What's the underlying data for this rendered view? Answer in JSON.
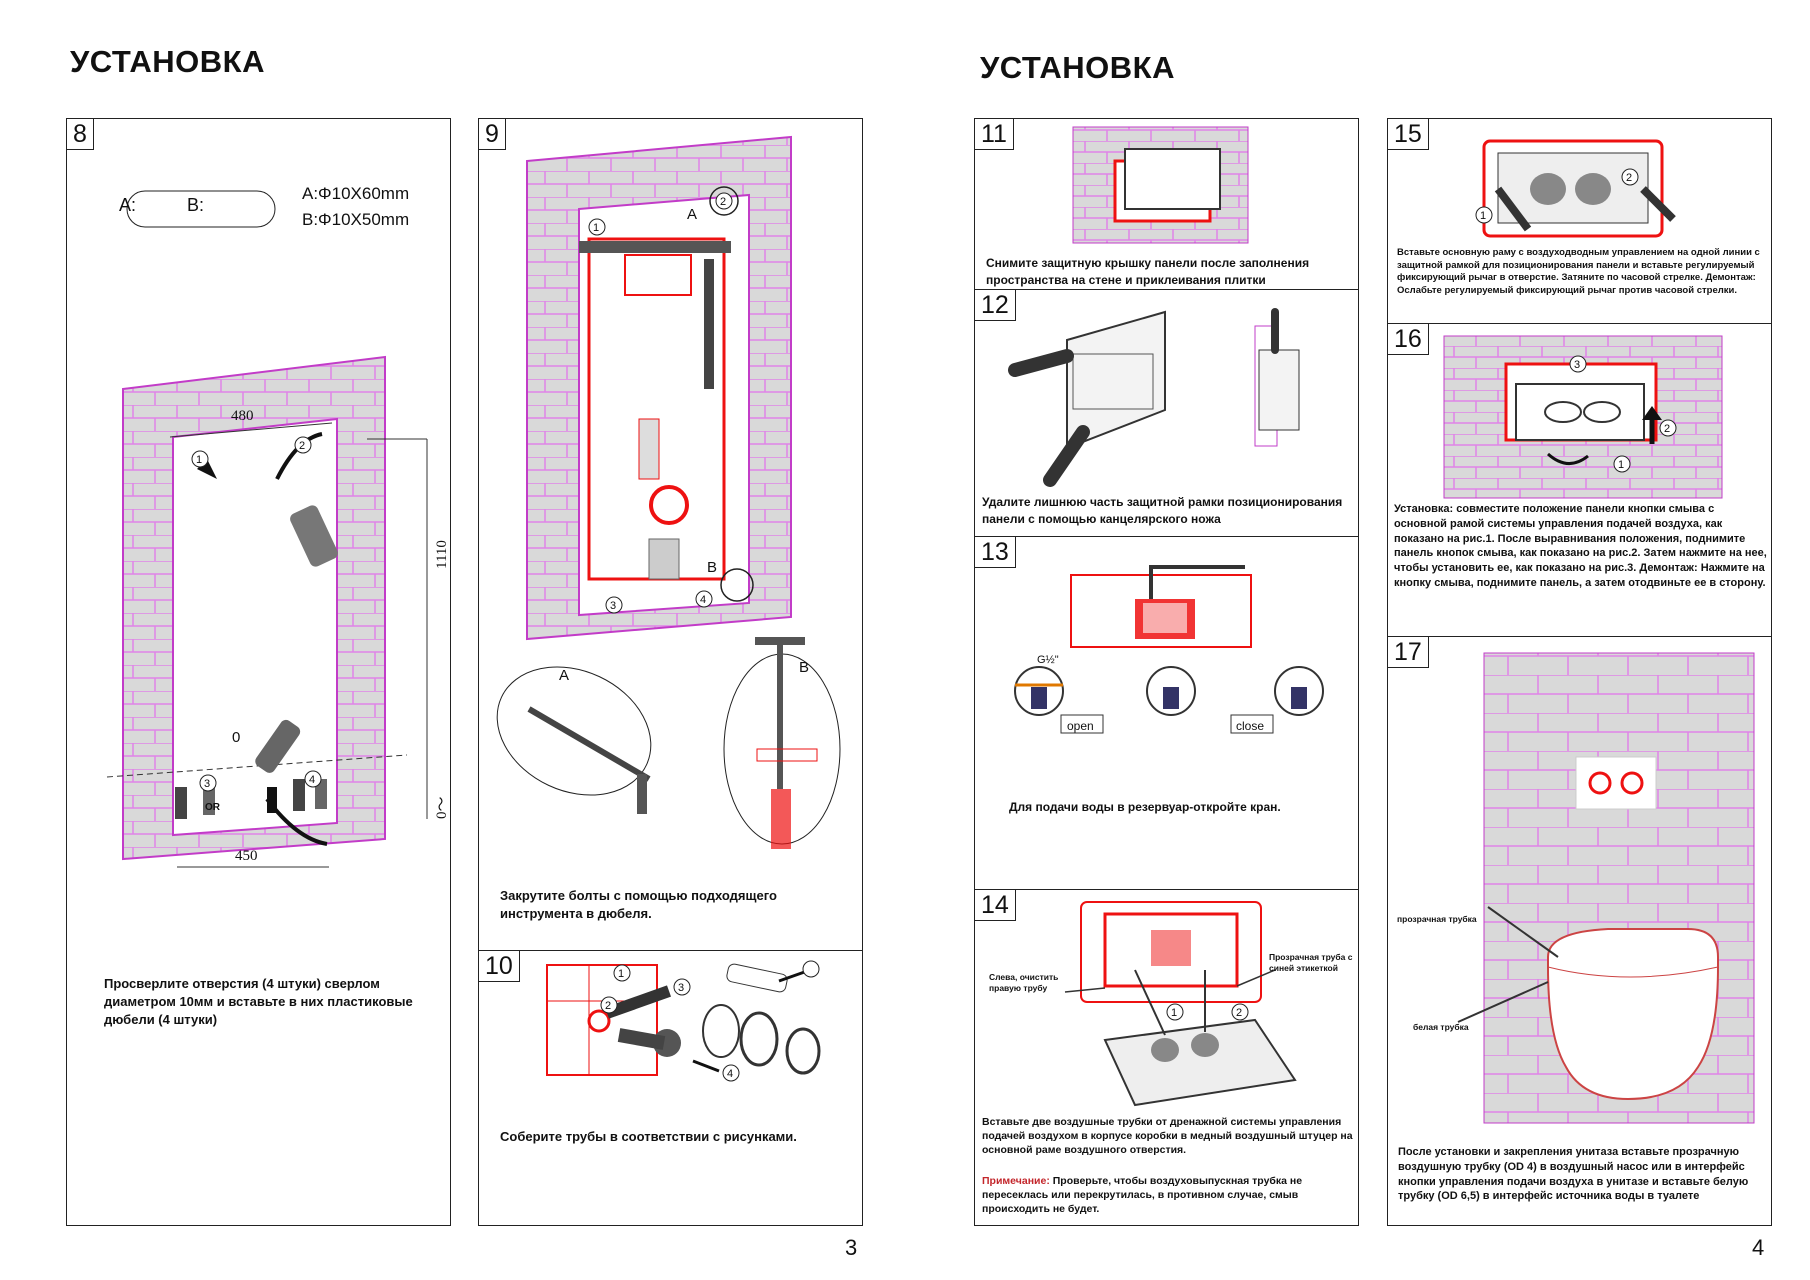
{
  "left_title": "УСТАНОВКА",
  "right_title": "УСТАНОВКА",
  "page_left": "3",
  "page_right": "4",
  "colors": {
    "brick": "#e084e8",
    "brick_fill": "#d9d9d9",
    "frame_red": "#e11",
    "text": "#111"
  },
  "step8": {
    "num": "8",
    "legend_a": "A:",
    "legend_b": "B:",
    "spec_a": "A:Φ10X60mm",
    "spec_b": "B:Φ10X50mm",
    "dim_480": "480",
    "dim_450": "450",
    "dim_1110": "1110",
    "dim_0_200": "0～200",
    "zero": "0",
    "m1": "1",
    "m2": "2",
    "m3": "3",
    "m4": "4",
    "or": "OR",
    "caption": "Просверлите отверстия (4 штуки) сверлом диаметром 10мм и вставьте в них пластиковые дюбели (4 штуки)"
  },
  "step9": {
    "num": "9",
    "label_a": "A",
    "label_b": "B",
    "m1": "1",
    "m2": "2",
    "m3": "3",
    "m4": "4",
    "detail_a": "A",
    "detail_b": "B",
    "caption": "Закрутите болты с помощью подходящего инструмента в дюбеля."
  },
  "step10": {
    "num": "10",
    "m1": "1",
    "m2": "2",
    "m3": "3",
    "m4": "4",
    "caption": "Соберите трубы в соответствии с рисунками."
  },
  "step11": {
    "num": "11",
    "caption": "Снимите защитную крышку панели после заполнения пространства на стене и приклеивания плитки"
  },
  "step12": {
    "num": "12",
    "caption": "Удалите лишнюю часть защитной рамки позиционирования панели  с помощью канцелярского ножа"
  },
  "step13": {
    "num": "13",
    "open": "open",
    "close": "close",
    "g_label": "G½\"",
    "caption": "Для подачи воды в резервуар-откройте кран."
  },
  "step14": {
    "num": "14",
    "left_note": "Слева, очистить правую трубу",
    "right_note": "Прозрачная труба с синей этикеткой",
    "m1": "1",
    "m2": "2",
    "caption": "Вставьте две воздушные трубки от дренажной системы управления подачей воздухом в корпусе коробки в медный воздушный штуцер на основной раме воздушного отверстия.",
    "note_label": "Примечание:",
    "note_text": " Проверьте, чтобы воздуховыпускная трубка не пересеклась или перекрутилась, в противном случае, смыв происходить не будет."
  },
  "step15": {
    "num": "15",
    "m1": "1",
    "m2": "2",
    "caption": "Вставьте основную раму с воздуходводным управлением на одной линии с защитной рамкой для позиционирования панели и вставьте регулируемый фиксирующий рычаг в отверстие. Затяните по часовой стрелке. Демонтаж: Ослабьте регулируемый  фиксирующий рычаг против часовой стрелки."
  },
  "step16": {
    "num": "16",
    "m1": "1",
    "m2": "2",
    "m3": "3",
    "caption": "Установка: совместите положение панели кнопки смыва с основной рамой системы управления подачей воздуха, как показано на рис.1. После выравнивания положения, поднимите панель кнопок смыва, как показано на рис.2. Затем нажмите на нее, чтобы установить ее, как показано на рис.3. Демонтаж: Нажмите на кнопку смыва, поднимите панель, а затем отодвиньте ее в сторону."
  },
  "step17": {
    "num": "17",
    "tube_clear": "прозрачная трубка",
    "tube_white": "белая трубка",
    "caption": "После установки и закрепления унитаза вставьте прозрачную воздушную трубку (OD 4) в воздушный насос или в интерфейс кнопки управления подачи воздуха в унитазе и вставьте белую трубку (OD 6,5) в интерфейс источника воды в туалете"
  }
}
